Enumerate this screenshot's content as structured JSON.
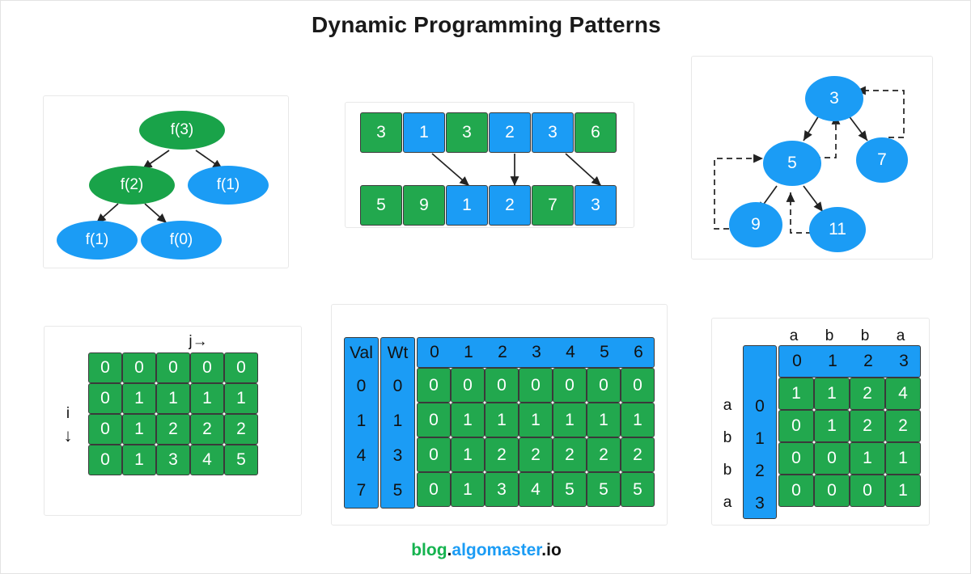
{
  "header": {
    "title": "Dynamic Programming Patterns"
  },
  "colors": {
    "green": "#22a84e",
    "blue": "#1b9cf5",
    "dark_green": "#19a349",
    "text_dark": "#111111",
    "panel_border": "#e8e8e8"
  },
  "panels": {
    "recursion_tree": {
      "name": "recursion-tree",
      "nodes": [
        {
          "label": "f(3)",
          "color": "green"
        },
        {
          "label": "f(2)",
          "color": "green"
        },
        {
          "label": "f(1)",
          "color": "blue"
        },
        {
          "label": "f(1)",
          "color": "blue"
        },
        {
          "label": "f(0)",
          "color": "blue"
        }
      ]
    },
    "array_pair": {
      "name": "array-pair",
      "top_row": [
        {
          "value": "3",
          "color": "green"
        },
        {
          "value": "1",
          "color": "blue"
        },
        {
          "value": "3",
          "color": "green"
        },
        {
          "value": "2",
          "color": "blue"
        },
        {
          "value": "3",
          "color": "blue"
        },
        {
          "value": "6",
          "color": "green"
        }
      ],
      "bottom_row": [
        {
          "value": "5",
          "color": "green"
        },
        {
          "value": "9",
          "color": "green"
        },
        {
          "value": "1",
          "color": "blue"
        },
        {
          "value": "2",
          "color": "blue"
        },
        {
          "value": "7",
          "color": "green"
        },
        {
          "value": "3",
          "color": "blue"
        }
      ]
    },
    "tree_memo": {
      "name": "tree-memoization",
      "nodes": [
        {
          "label": "3"
        },
        {
          "label": "5"
        },
        {
          "label": "7"
        },
        {
          "label": "9"
        },
        {
          "label": "11"
        }
      ]
    },
    "grid_dp": {
      "name": "grid-dp",
      "col_axis_label": "j→",
      "row_axis_label": "i",
      "row_axis_arrow": "↓",
      "rows": [
        [
          "0",
          "0",
          "0",
          "0",
          "0"
        ],
        [
          "0",
          "1",
          "1",
          "1",
          "1"
        ],
        [
          "0",
          "1",
          "2",
          "2",
          "2"
        ],
        [
          "0",
          "1",
          "3",
          "4",
          "5"
        ]
      ]
    },
    "knapsack": {
      "name": "knapsack-table",
      "val_header": "Val",
      "wt_header": "Wt",
      "capacities": [
        "0",
        "1",
        "2",
        "3",
        "4",
        "5",
        "6"
      ],
      "values_col": [
        "0",
        "1",
        "4",
        "7"
      ],
      "weights_col": [
        "0",
        "1",
        "3",
        "5"
      ],
      "rows": [
        [
          "0",
          "0",
          "0",
          "0",
          "0",
          "0",
          "0"
        ],
        [
          "0",
          "1",
          "1",
          "1",
          "1",
          "1",
          "1"
        ],
        [
          "0",
          "1",
          "2",
          "2",
          "2",
          "2",
          "2"
        ],
        [
          "0",
          "1",
          "3",
          "4",
          "5",
          "5",
          "5"
        ]
      ]
    },
    "string_dp": {
      "name": "string-dp-table",
      "col_chars": [
        "a",
        "b",
        "b",
        "a"
      ],
      "col_indices": [
        "0",
        "1",
        "2",
        "3"
      ],
      "row_chars": [
        "a",
        "b",
        "b",
        "a"
      ],
      "row_indices": [
        "0",
        "1",
        "2",
        "3"
      ],
      "rows": [
        [
          "1",
          "1",
          "2",
          "4"
        ],
        [
          "0",
          "1",
          "2",
          "2"
        ],
        [
          "0",
          "0",
          "1",
          "1"
        ],
        [
          "0",
          "0",
          "0",
          "1"
        ]
      ]
    }
  },
  "footer": {
    "blog": "blog",
    "dot1": ".",
    "name": "algomaster",
    "tld": ".io"
  }
}
